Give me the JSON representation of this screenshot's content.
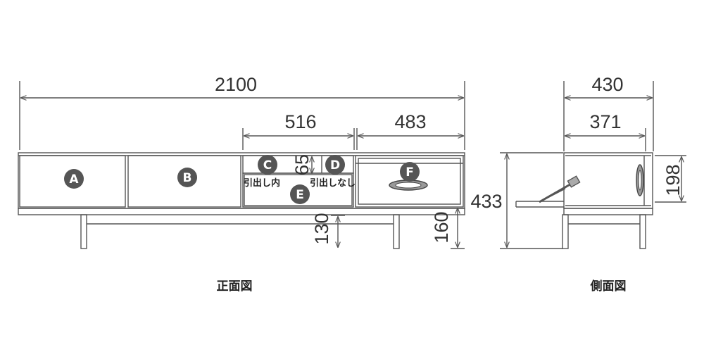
{
  "front_view": {
    "caption": "正面図",
    "dims": {
      "total_width": "2100",
      "width_c_e": "516",
      "width_f": "483",
      "height_total": "433",
      "cd_height": "65",
      "leg_clearance": "130",
      "f_clearance": "160"
    },
    "badges": [
      "A",
      "B",
      "C",
      "D",
      "E",
      "F"
    ],
    "notes": {
      "c_inside": "引出し内",
      "d_no_drawer": "引出しなし"
    }
  },
  "side_view": {
    "caption": "側面図",
    "dims": {
      "depth_total": "430",
      "depth_inner": "371",
      "height": "198"
    }
  },
  "colors": {
    "line": "#555555",
    "badge": "#555555"
  }
}
